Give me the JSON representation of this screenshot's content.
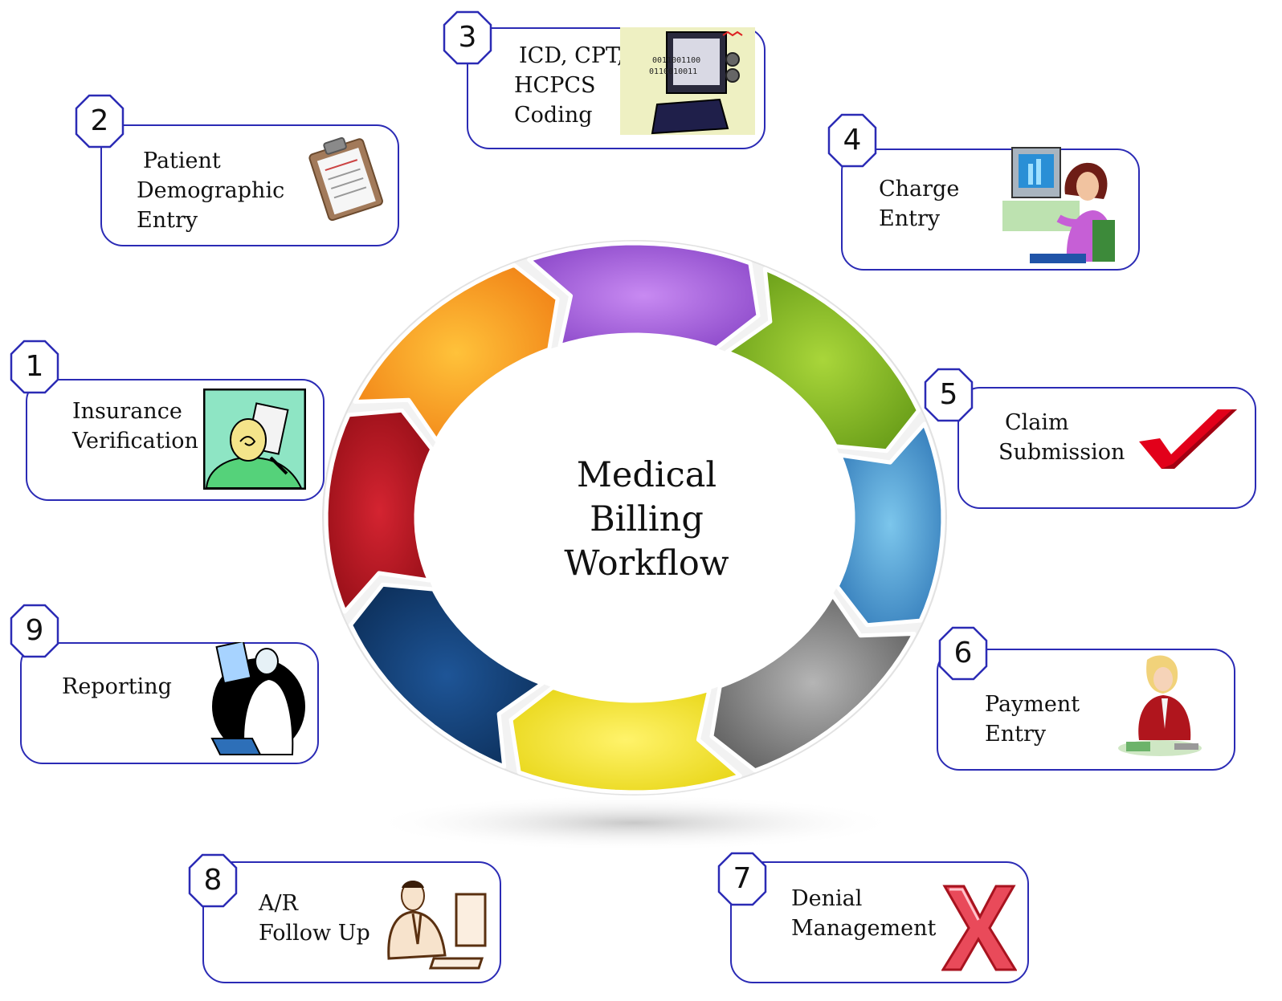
{
  "diagram": {
    "center_title": [
      "Medical",
      "Billing",
      "Workflow"
    ],
    "steps": [
      {
        "number": "1",
        "lines": [
          "Insurance",
          "Verification"
        ],
        "icon": "doctor-patient-icon"
      },
      {
        "number": "2",
        "lines": [
          "Patient",
          "Demographic",
          "Entry"
        ],
        "icon": "clipboard-icon"
      },
      {
        "number": "3",
        "lines": [
          "ICD, CPT,",
          "HCPCS",
          "Coding"
        ],
        "icon": "computer-coding-icon"
      },
      {
        "number": "4",
        "lines": [
          "Charge",
          "Entry"
        ],
        "icon": "woman-at-computer-icon"
      },
      {
        "number": "5",
        "lines": [
          "Claim",
          "Submission"
        ],
        "icon": "checkmark-icon"
      },
      {
        "number": "6",
        "lines": [
          "Payment",
          "Entry"
        ],
        "icon": "woman-counting-money-icon"
      },
      {
        "number": "7",
        "lines": [
          "Denial",
          "Management"
        ],
        "icon": "red-x-icon"
      },
      {
        "number": "8",
        "lines": [
          "A/R",
          "Follow Up"
        ],
        "icon": "man-at-computer-icon"
      },
      {
        "number": "9",
        "lines": [
          "Reporting"
        ],
        "icon": "doctor-reading-report-icon"
      }
    ],
    "colors": {
      "border": "#2b2bb5",
      "segments": [
        "#e8e02a",
        "#0d3566",
        "#b2111c",
        "#f39a1e",
        "#9c53d6",
        "#7cb21e",
        "#3f8fcd",
        "#6f6f6f"
      ]
    }
  }
}
